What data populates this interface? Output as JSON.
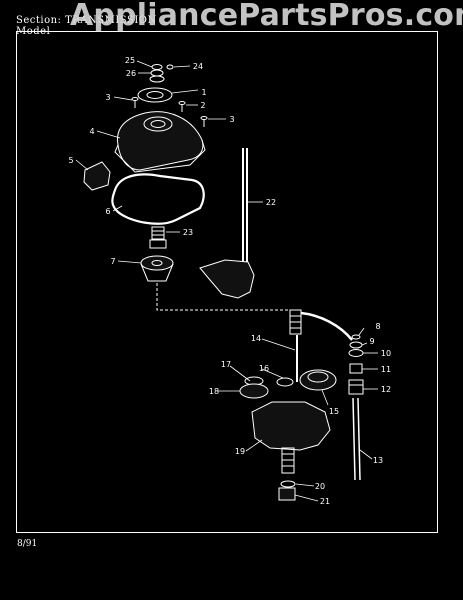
{
  "watermark": "AppliancePartsPros.com",
  "header": {
    "section": "Section:   TRANSMISSION",
    "model": "Model"
  },
  "footer": {
    "date": "8/91"
  },
  "callouts": [
    "1",
    "2",
    "3",
    "3",
    "4",
    "5",
    "6",
    "7",
    "8",
    "9",
    "10",
    "11",
    "12",
    "13",
    "14",
    "15",
    "16",
    "17",
    "18",
    "19",
    "20",
    "21",
    "22",
    "23",
    "24",
    "25",
    "26"
  ]
}
